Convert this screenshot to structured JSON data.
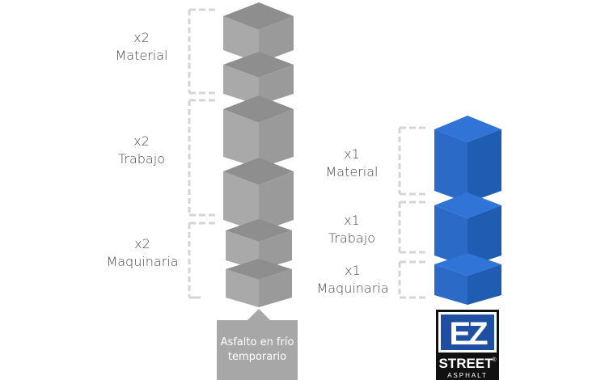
{
  "left_column": {
    "labels": [
      {
        "count": "x2",
        "name": "Material"
      },
      {
        "count": "x2",
        "name": "Trabajo"
      },
      {
        "count": "x2",
        "name": "Maquinaria"
      }
    ],
    "caption": {
      "line1": "Asfalto en frío",
      "line2": "temporario"
    },
    "color": "#9d9d9d"
  },
  "right_column": {
    "labels": [
      {
        "count": "x1",
        "name": "Material"
      },
      {
        "count": "x1",
        "name": "Trabajo"
      },
      {
        "count": "x1",
        "name": "Maquinaria"
      }
    ],
    "color": "#2a6bc9"
  },
  "logo": {
    "mark": "EZ",
    "name": "STREET",
    "registered": "®",
    "tagline": "ASPHALT"
  }
}
